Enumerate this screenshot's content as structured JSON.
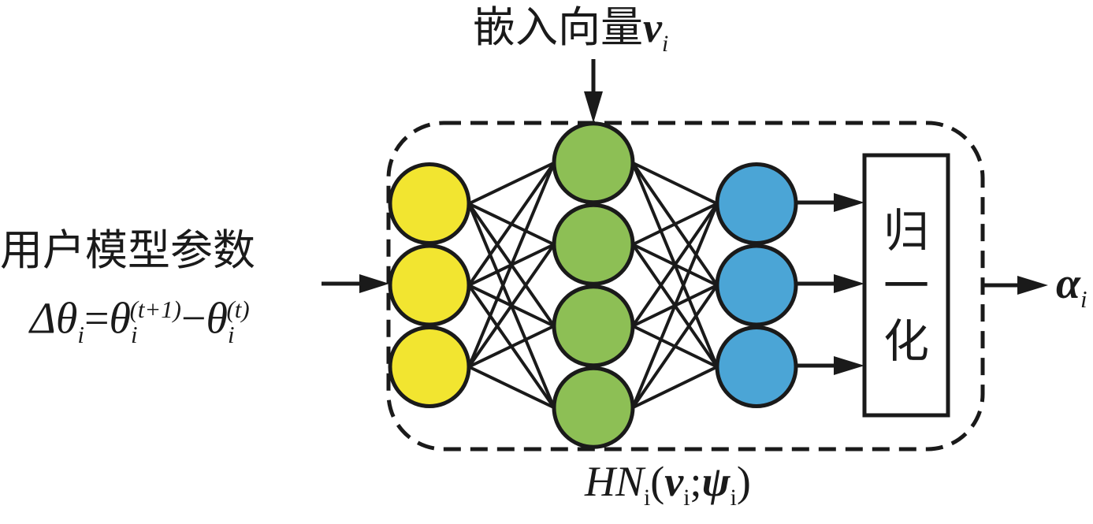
{
  "diagram": {
    "title_top": {
      "text": "嵌入向量",
      "symbol": "v",
      "subscript": "i"
    },
    "input_label": {
      "text": "用户模型参数",
      "formula": {
        "lhs": "Δθ",
        "lhs_sub": "i",
        "eq": "=",
        "t1": "θ",
        "t1_sub": "i",
        "t1_sup": "(t+1)",
        "minus": "−",
        "t2": "θ",
        "t2_sub": "i",
        "t2_sup": "(t)"
      }
    },
    "normalize_box": {
      "chars": [
        "归",
        "一",
        "化"
      ]
    },
    "output_label": {
      "symbol": "α",
      "subscript": "i"
    },
    "network_label": {
      "name": "HN",
      "name_sub": "i",
      "open": "(",
      "arg1": "v",
      "arg1_sub": "i",
      "sep": ";",
      "arg2": "ψ",
      "arg2_sub": "i",
      "close": ")"
    },
    "layers": [
      {
        "name": "input-layer",
        "nodes": 3,
        "color": "#f2e530"
      },
      {
        "name": "hidden-layer",
        "nodes": 4,
        "color": "#8dbf55"
      },
      {
        "name": "output-layer",
        "nodes": 3,
        "color": "#4ba5d6"
      }
    ],
    "stroke_color": "#1a1a1a"
  }
}
